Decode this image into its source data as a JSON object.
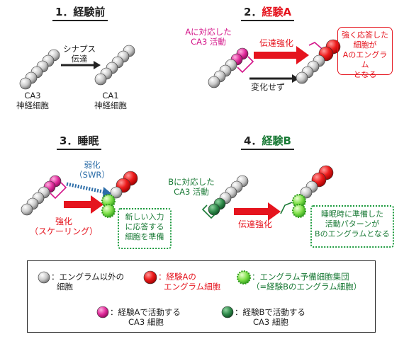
{
  "panel1": {
    "title": "1．経験前",
    "arrow_label_1": "シナプス",
    "arrow_label_2": "伝達",
    "left_label_1": "CA3",
    "left_label_2": "神経細胞",
    "right_label_1": "CA1",
    "right_label_2": "神経細胞"
  },
  "panel2": {
    "title_num": "2．",
    "title_text": "経験A",
    "ca3_label_1": "Aに対応した",
    "ca3_label_2": "CA3 活動",
    "strengthen": "伝達強化",
    "unchanged": "変化せず",
    "box_1": "強く応答した",
    "box_2": "細胞が",
    "box_3": "Aのエングラム",
    "box_4": "となる"
  },
  "panel3": {
    "title": "3．睡眠",
    "weaken_1": "弱化",
    "weaken_2": "（SWR）",
    "strengthen_1": "強化",
    "strengthen_2": "（スケーリング）",
    "box_1": "新しい入力",
    "box_2": "に応答する",
    "box_3": "細胞を準備"
  },
  "panel4": {
    "title_num": "4．",
    "title_text": "経験B",
    "ca3_label_1": "Bに対応した",
    "ca3_label_2": "CA3 活動",
    "strengthen": "伝達強化",
    "box_1": "睡眠時に準備した",
    "box_2": "活動パターンが",
    "box_3": "Bのエングラムとなる"
  },
  "legend": {
    "gray_1": "：エングラム以外の",
    "gray_2": "細胞",
    "red_1": "：経験Aの",
    "red_2": "エングラム細胞",
    "green_1": "：エングラム予備細胞集団",
    "green_2": "（=経験Bのエングラム細胞）",
    "magenta_1": "：経験Aで活動する",
    "magenta_2": "CA3 細胞",
    "darkgreen_1": "：経験Bで活動する",
    "darkgreen_2": "CA3 細胞"
  },
  "colors": {
    "red": "#e5141e",
    "magenta": "#d4168a",
    "green": "#1a9a3c",
    "dark_green": "#2b6e3a",
    "gray": "#b8b8b8",
    "blue_dotted": "#2c6da8"
  }
}
